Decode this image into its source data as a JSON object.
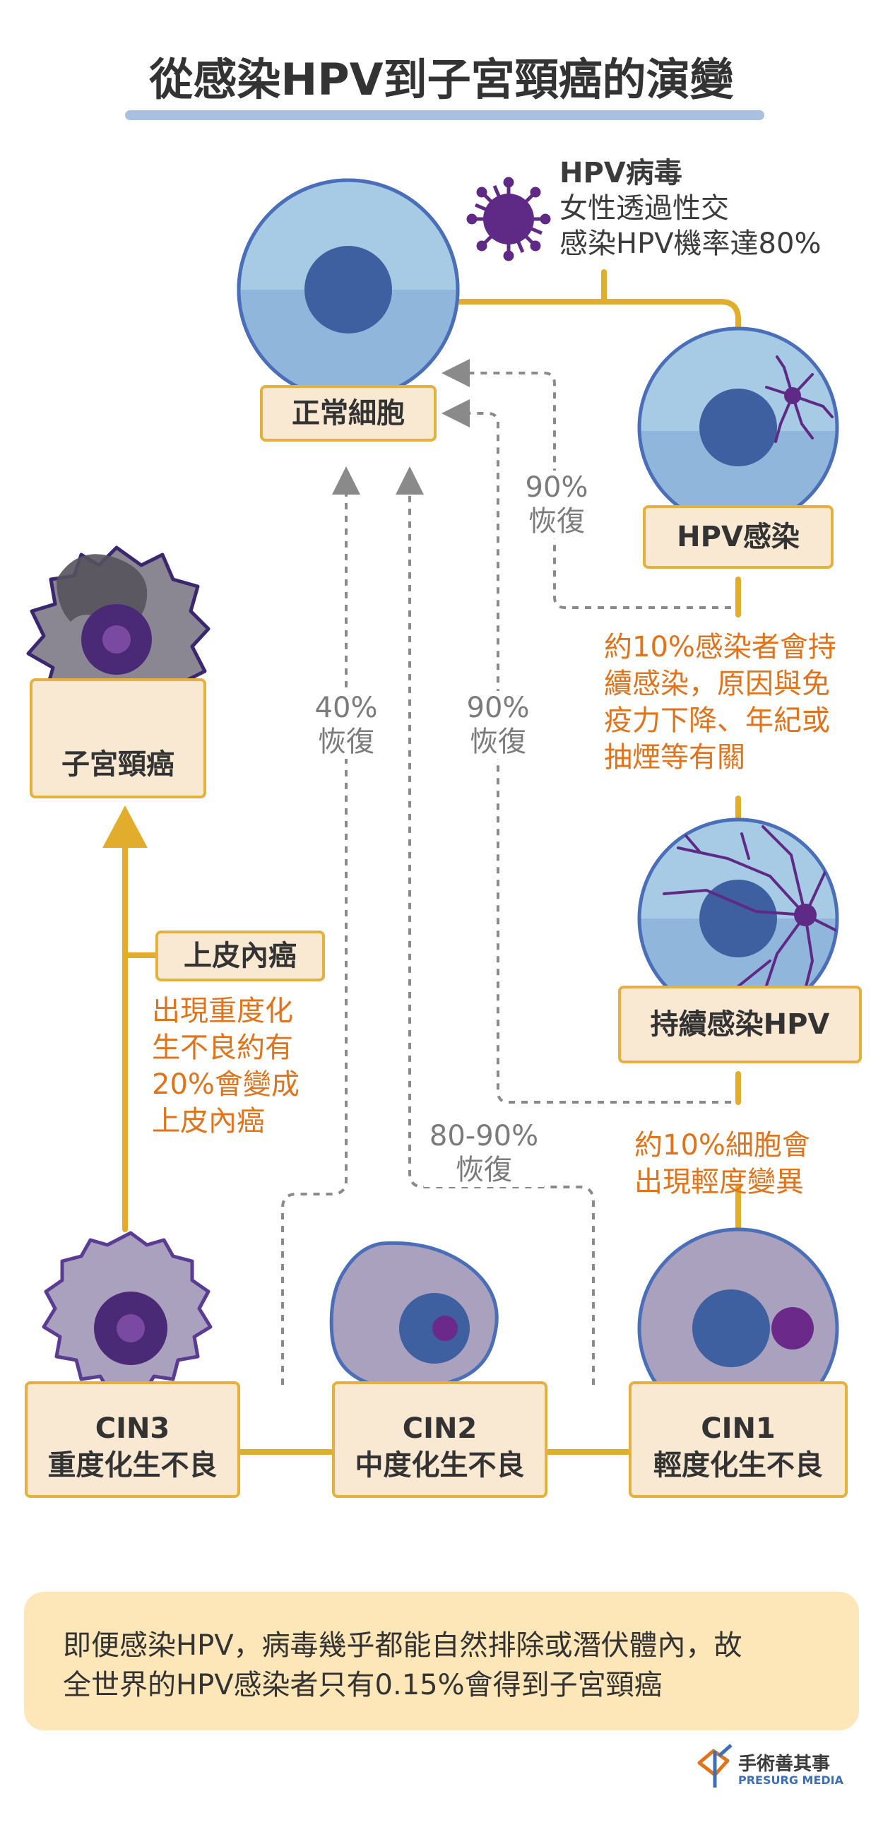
{
  "title": "從感染HPV到子宮頸癌的演變",
  "virus": {
    "heading": "HPV病毒",
    "line1": "女性透過性交",
    "line2": "感染HPV機率達80%"
  },
  "nodes": {
    "normal": "正常細胞",
    "hpv_infection": "HPV感染",
    "persistent": "持續感染HPV",
    "cancer": "子宮頸癌",
    "carcinoma_in_situ": "上皮內癌",
    "cin1_code": "CIN1",
    "cin1_name": "輕度化生不良",
    "cin2_code": "CIN2",
    "cin2_name": "中度化生不良",
    "cin3_code": "CIN3",
    "cin3_name": "重度化生不良"
  },
  "notes": {
    "persist": [
      "約10%感染者會持",
      "續感染，原因與免",
      "疫力下降、年紀或",
      "抽煙等有關"
    ],
    "mild": [
      "約10%細胞會",
      "出現輕度變異"
    ],
    "severe": [
      "出現重度化",
      "生不良約有",
      "20%會變成",
      "上皮內癌"
    ]
  },
  "recovery": {
    "hpv": [
      "90%",
      "恢復"
    ],
    "persistent": [
      "90%",
      "恢復"
    ],
    "cin3": [
      "40%",
      "恢復"
    ],
    "cin1": [
      "80-90%",
      "恢復"
    ]
  },
  "footer": {
    "line1": "即便感染HPV，病毒幾乎都能自然排除或潛伏體內，故",
    "line2": "全世界的HPV感染者只有0.15%會得到子宮頸癌"
  },
  "brand": {
    "name": "手術善其事",
    "sub": "PRESURG MEDIA"
  },
  "colors": {
    "line": "#e2ad2d",
    "box_fill": "#f9e9d3",
    "cell_blue": "#a7cbe5",
    "nucleus": "#3e5fa0",
    "virus": "#5e2a86",
    "orange_text": "#e0741d",
    "note_bg": "#fde6b8"
  }
}
